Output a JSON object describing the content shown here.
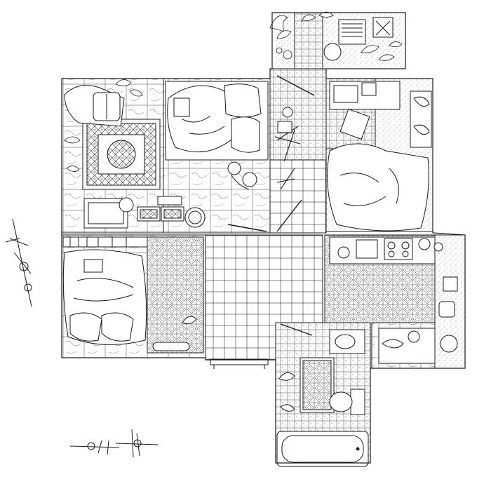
{
  "drawing": {
    "style": "line-art",
    "ink_color": "#1a1a1a",
    "paper_color": "#ffffff",
    "rooms": [
      {
        "id": "top-garden",
        "contents": [
          "plants",
          "table",
          "stool"
        ]
      },
      {
        "id": "living-room",
        "contents": [
          "sofa",
          "rug",
          "plants",
          "tv",
          "trays"
        ]
      },
      {
        "id": "bedroom-top",
        "contents": [
          "bed",
          "pillows",
          "laptop",
          "lamp"
        ]
      },
      {
        "id": "hallway",
        "contents": [
          "bicycle",
          "shelves"
        ]
      },
      {
        "id": "study-bedroom",
        "contents": [
          "bed",
          "laptop",
          "desk",
          "chair"
        ]
      },
      {
        "id": "bedroom-left",
        "contents": [
          "bed",
          "pillows",
          "laptop",
          "skateboard"
        ]
      },
      {
        "id": "center-courtyard",
        "contents": [
          "grid-tiles",
          "bench"
        ]
      },
      {
        "id": "kitchen",
        "contents": [
          "stove",
          "sink",
          "plants",
          "table"
        ]
      },
      {
        "id": "bathroom",
        "contents": [
          "bathtub",
          "toilet",
          "sink",
          "rug"
        ]
      },
      {
        "id": "outside-left",
        "contents": [
          "bicycle",
          "bicycle"
        ]
      }
    ]
  }
}
